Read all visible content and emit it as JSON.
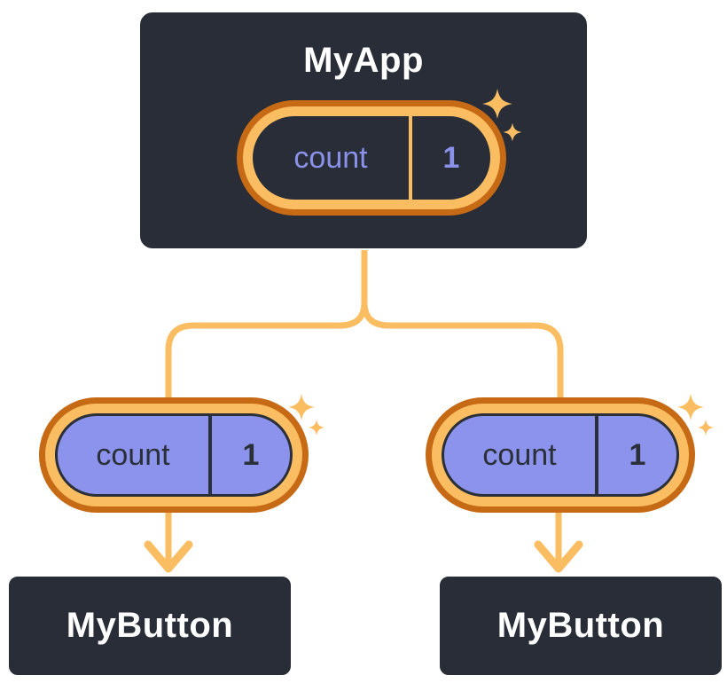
{
  "colors": {
    "background": "#ffffff",
    "surface": "#282d37",
    "surface_border": "#ffffff",
    "accent_light": "#FABD62",
    "accent_dark": "#C76A15",
    "purple_fill": "#8b93ec",
    "purple_text": "#8a91e8",
    "dark_text": "#2a2f38",
    "light_text": "#ffffff"
  },
  "diagram": {
    "root": {
      "title": "MyApp",
      "state": {
        "label": "count",
        "value": "1"
      }
    },
    "children": [
      {
        "title": "MyButton",
        "prop": {
          "label": "count",
          "value": "1"
        }
      },
      {
        "title": "MyButton",
        "prop": {
          "label": "count",
          "value": "1"
        }
      }
    ]
  },
  "icons": {
    "sparkle-icon": "✦",
    "arrow-down-icon": "↓"
  }
}
